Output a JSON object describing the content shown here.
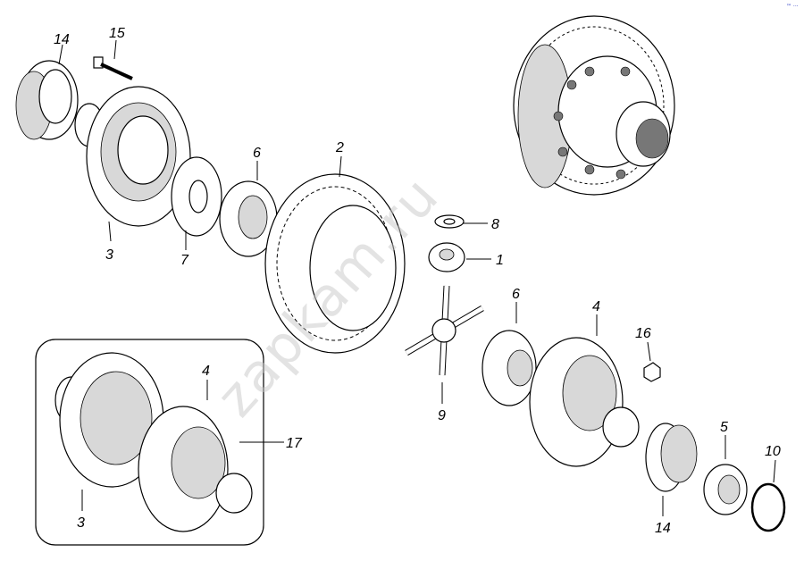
{
  "watermark": "zapkam.ru",
  "corner_mark": "™ ···",
  "callouts": [
    {
      "id": "c1",
      "text": "1"
    },
    {
      "id": "c2",
      "text": "2"
    },
    {
      "id": "c3a",
      "text": "3"
    },
    {
      "id": "c3b",
      "text": "3"
    },
    {
      "id": "c4a",
      "text": "4"
    },
    {
      "id": "c4b",
      "text": "4"
    },
    {
      "id": "c5",
      "text": "5"
    },
    {
      "id": "c6a",
      "text": "6"
    },
    {
      "id": "c6b",
      "text": "6"
    },
    {
      "id": "c7",
      "text": "7"
    },
    {
      "id": "c8",
      "text": "8"
    },
    {
      "id": "c9",
      "text": "9"
    },
    {
      "id": "c10",
      "text": "10"
    },
    {
      "id": "c14a",
      "text": "14"
    },
    {
      "id": "c14b",
      "text": "14"
    },
    {
      "id": "c15",
      "text": "15"
    },
    {
      "id": "c16",
      "text": "16"
    },
    {
      "id": "c17",
      "text": "17"
    }
  ]
}
